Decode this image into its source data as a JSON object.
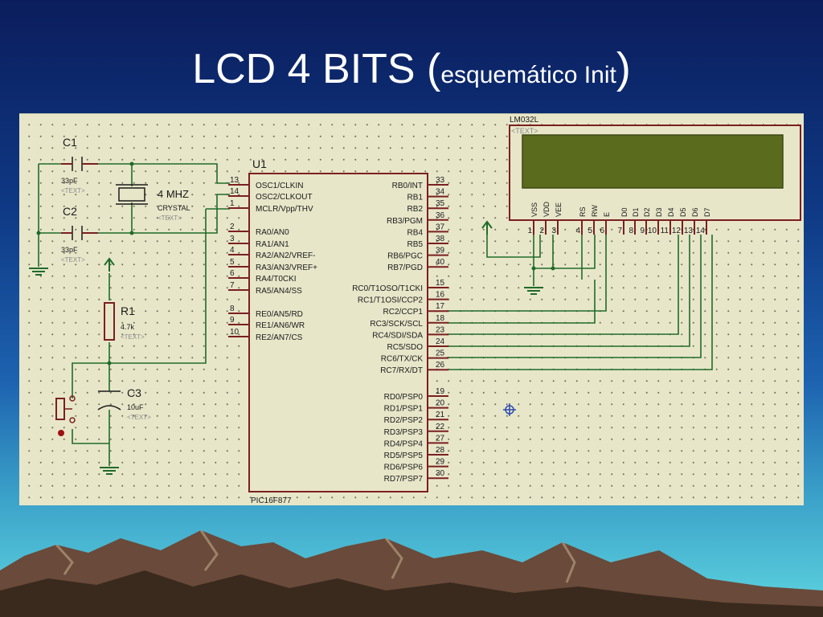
{
  "slide": {
    "title_main": "LCD 4 BITS (",
    "title_sub": "esquemático Init",
    "title_close": ")"
  },
  "mcu": {
    "ref": "U1",
    "part": "PIC16F877",
    "left_pins": [
      {
        "num": "13",
        "name": "OSC1/CLKIN"
      },
      {
        "num": "14",
        "name": "OSC2/CLKOUT"
      },
      {
        "num": "1",
        "name": "MCLR/Vpp/THV"
      },
      {
        "num": "2",
        "name": "RA0/AN0"
      },
      {
        "num": "3",
        "name": "RA1/AN1"
      },
      {
        "num": "4",
        "name": "RA2/AN2/VREF-"
      },
      {
        "num": "5",
        "name": "RA3/AN3/VREF+"
      },
      {
        "num": "6",
        "name": "RA4/T0CKI"
      },
      {
        "num": "7",
        "name": "RA5/AN4/SS"
      },
      {
        "num": "8",
        "name": "RE0/AN5/RD"
      },
      {
        "num": "9",
        "name": "RE1/AN6/WR"
      },
      {
        "num": "10",
        "name": "RE2/AN7/CS"
      }
    ],
    "right_pins": [
      {
        "num": "33",
        "name": "RB0/INT"
      },
      {
        "num": "34",
        "name": "RB1"
      },
      {
        "num": "35",
        "name": "RB2"
      },
      {
        "num": "36",
        "name": "RB3/PGM"
      },
      {
        "num": "37",
        "name": "RB4"
      },
      {
        "num": "38",
        "name": "RB5"
      },
      {
        "num": "39",
        "name": "RB6/PGC"
      },
      {
        "num": "40",
        "name": "RB7/PGD"
      },
      {
        "num": "15",
        "name": "RC0/T1OSO/T1CKI"
      },
      {
        "num": "16",
        "name": "RC1/T1OSI/CCP2"
      },
      {
        "num": "17",
        "name": "RC2/CCP1"
      },
      {
        "num": "18",
        "name": "RC3/SCK/SCL"
      },
      {
        "num": "23",
        "name": "RC4/SDI/SDA"
      },
      {
        "num": "24",
        "name": "RC5/SDO"
      },
      {
        "num": "25",
        "name": "RC6/TX/CK"
      },
      {
        "num": "26",
        "name": "RC7/RX/DT"
      },
      {
        "num": "19",
        "name": "RD0/PSP0"
      },
      {
        "num": "20",
        "name": "RD1/PSP1"
      },
      {
        "num": "21",
        "name": "RD2/PSP2"
      },
      {
        "num": "22",
        "name": "RD3/PSP3"
      },
      {
        "num": "27",
        "name": "RD4/PSP4"
      },
      {
        "num": "28",
        "name": "RD5/PSP5"
      },
      {
        "num": "29",
        "name": "RD6/PSP6"
      },
      {
        "num": "30",
        "name": "RD7/PSP7"
      }
    ]
  },
  "lcd": {
    "ref": "LM032L",
    "text": "<TEXT>",
    "pins": [
      {
        "num": "1",
        "name": "VSS"
      },
      {
        "num": "2",
        "name": "VDD"
      },
      {
        "num": "3",
        "name": "VEE"
      },
      {
        "num": "4",
        "name": "RS"
      },
      {
        "num": "5",
        "name": "RW"
      },
      {
        "num": "6",
        "name": "E"
      },
      {
        "num": "7",
        "name": "D0"
      },
      {
        "num": "8",
        "name": "D1"
      },
      {
        "num": "9",
        "name": "D2"
      },
      {
        "num": "10",
        "name": "D3"
      },
      {
        "num": "11",
        "name": "D4"
      },
      {
        "num": "12",
        "name": "D5"
      },
      {
        "num": "13",
        "name": "D6"
      },
      {
        "num": "14",
        "name": "D7"
      }
    ]
  },
  "components": {
    "c1": {
      "ref": "C1",
      "value": "33pF",
      "text": "<TEXT>"
    },
    "c2": {
      "ref": "C2",
      "value": "33pF",
      "text": "<TEXT>"
    },
    "crystal": {
      "ref": "4 MHZ",
      "value": "CRYSTAL",
      "text": "<TEXT>"
    },
    "r1": {
      "ref": "R1",
      "value": "4.7k",
      "text": "<TEXT>"
    },
    "c3": {
      "ref": "C3",
      "value": "10uF",
      "text": "<TEXT>"
    }
  },
  "colors": {
    "wire": "#1f6b2a",
    "body": "#7a1f22",
    "pin": "#7a1f22",
    "lcd_screen": "#5b6b1e",
    "text": "#1a1a1a",
    "field_text": "#8a8a8a"
  }
}
